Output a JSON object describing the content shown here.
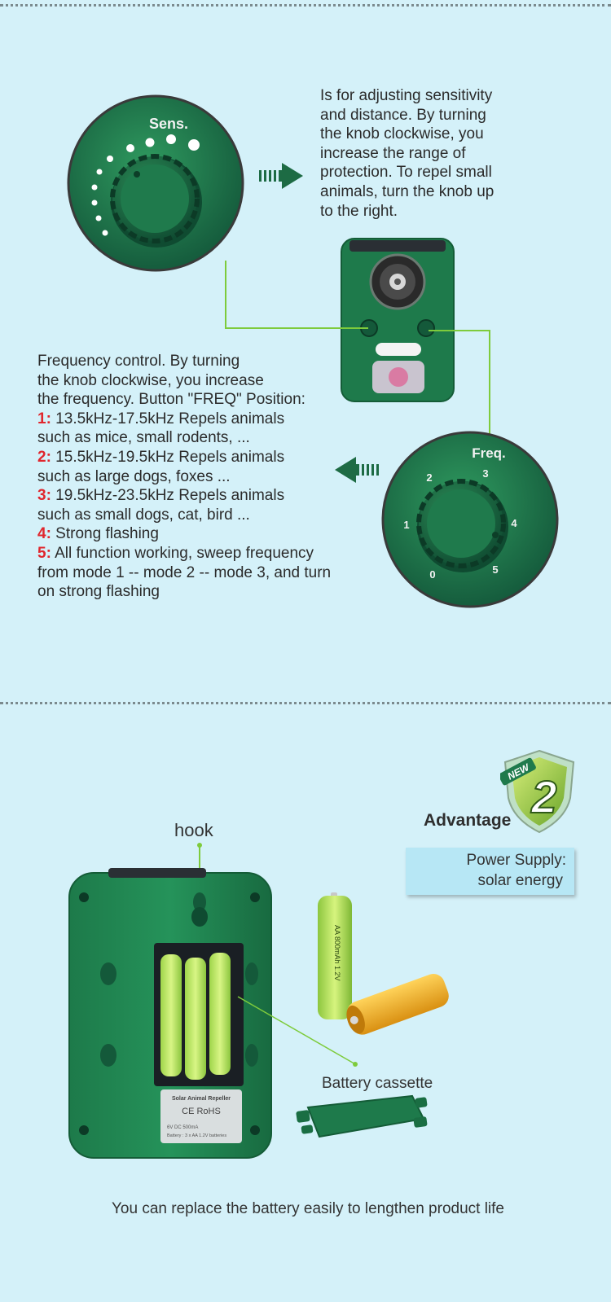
{
  "section1": {
    "sens_label": "Sens.",
    "freq_label": "Freq.",
    "dial_numbers": [
      "2",
      "3",
      "1",
      "4",
      "0",
      "5"
    ],
    "sens_description": [
      "Is for adjusting sensitivity",
      "and distance. By turning",
      "the knob clockwise, you",
      "increase the range of",
      "protection. To repel small",
      "animals, turn the knob up",
      "to the right."
    ],
    "freq_intro": [
      "Frequency control. By turning",
      "the knob clockwise, you increase",
      "the frequency. Button \"FREQ\" Position:"
    ],
    "modes": [
      {
        "num": "1:",
        "lines": [
          " 13.5kHz-17.5kHz Repels animals",
          "such as mice, small rodents, ..."
        ]
      },
      {
        "num": "2:",
        "lines": [
          " 15.5kHz-19.5kHz Repels animals",
          "such as large dogs, foxes ..."
        ]
      },
      {
        "num": "3:",
        "lines": [
          " 19.5kHz-23.5kHz Repels animals",
          "such as small dogs, cat, bird ..."
        ]
      },
      {
        "num": "4:",
        "lines": [
          " Strong flashing"
        ]
      },
      {
        "num": "5:",
        "lines": [
          " All function working, sweep frequency",
          "from mode 1 -- mode 2 -- mode 3, and turn",
          "on strong flashing"
        ]
      }
    ]
  },
  "section2": {
    "badge_text": "NEW",
    "badge_number": "2",
    "advantage_label": "Advantage",
    "power_supply_line1": "Power Supply:",
    "power_supply_line2": "solar energy",
    "hook_label": "hook",
    "battery_cassette_label": "Battery cassette",
    "device_label_title": "Solar Animal Repeller",
    "device_label_marks": "CE RoHS",
    "device_label_spec1": "6V DC 500mA",
    "device_label_spec2": "Battery : 3 x AA 1.2V batteries",
    "battery_text": "AA 800mAh 1.2V",
    "caption": "You can replace the battery easily to lengthen product life"
  },
  "colors": {
    "background": "#d4f1f9",
    "device_green": "#1f7a4c",
    "accent_line": "#7ecb3c",
    "mode_number": "#e0262d",
    "battery_green": "#b8e65a",
    "battery_orange": "#f2b01e"
  }
}
